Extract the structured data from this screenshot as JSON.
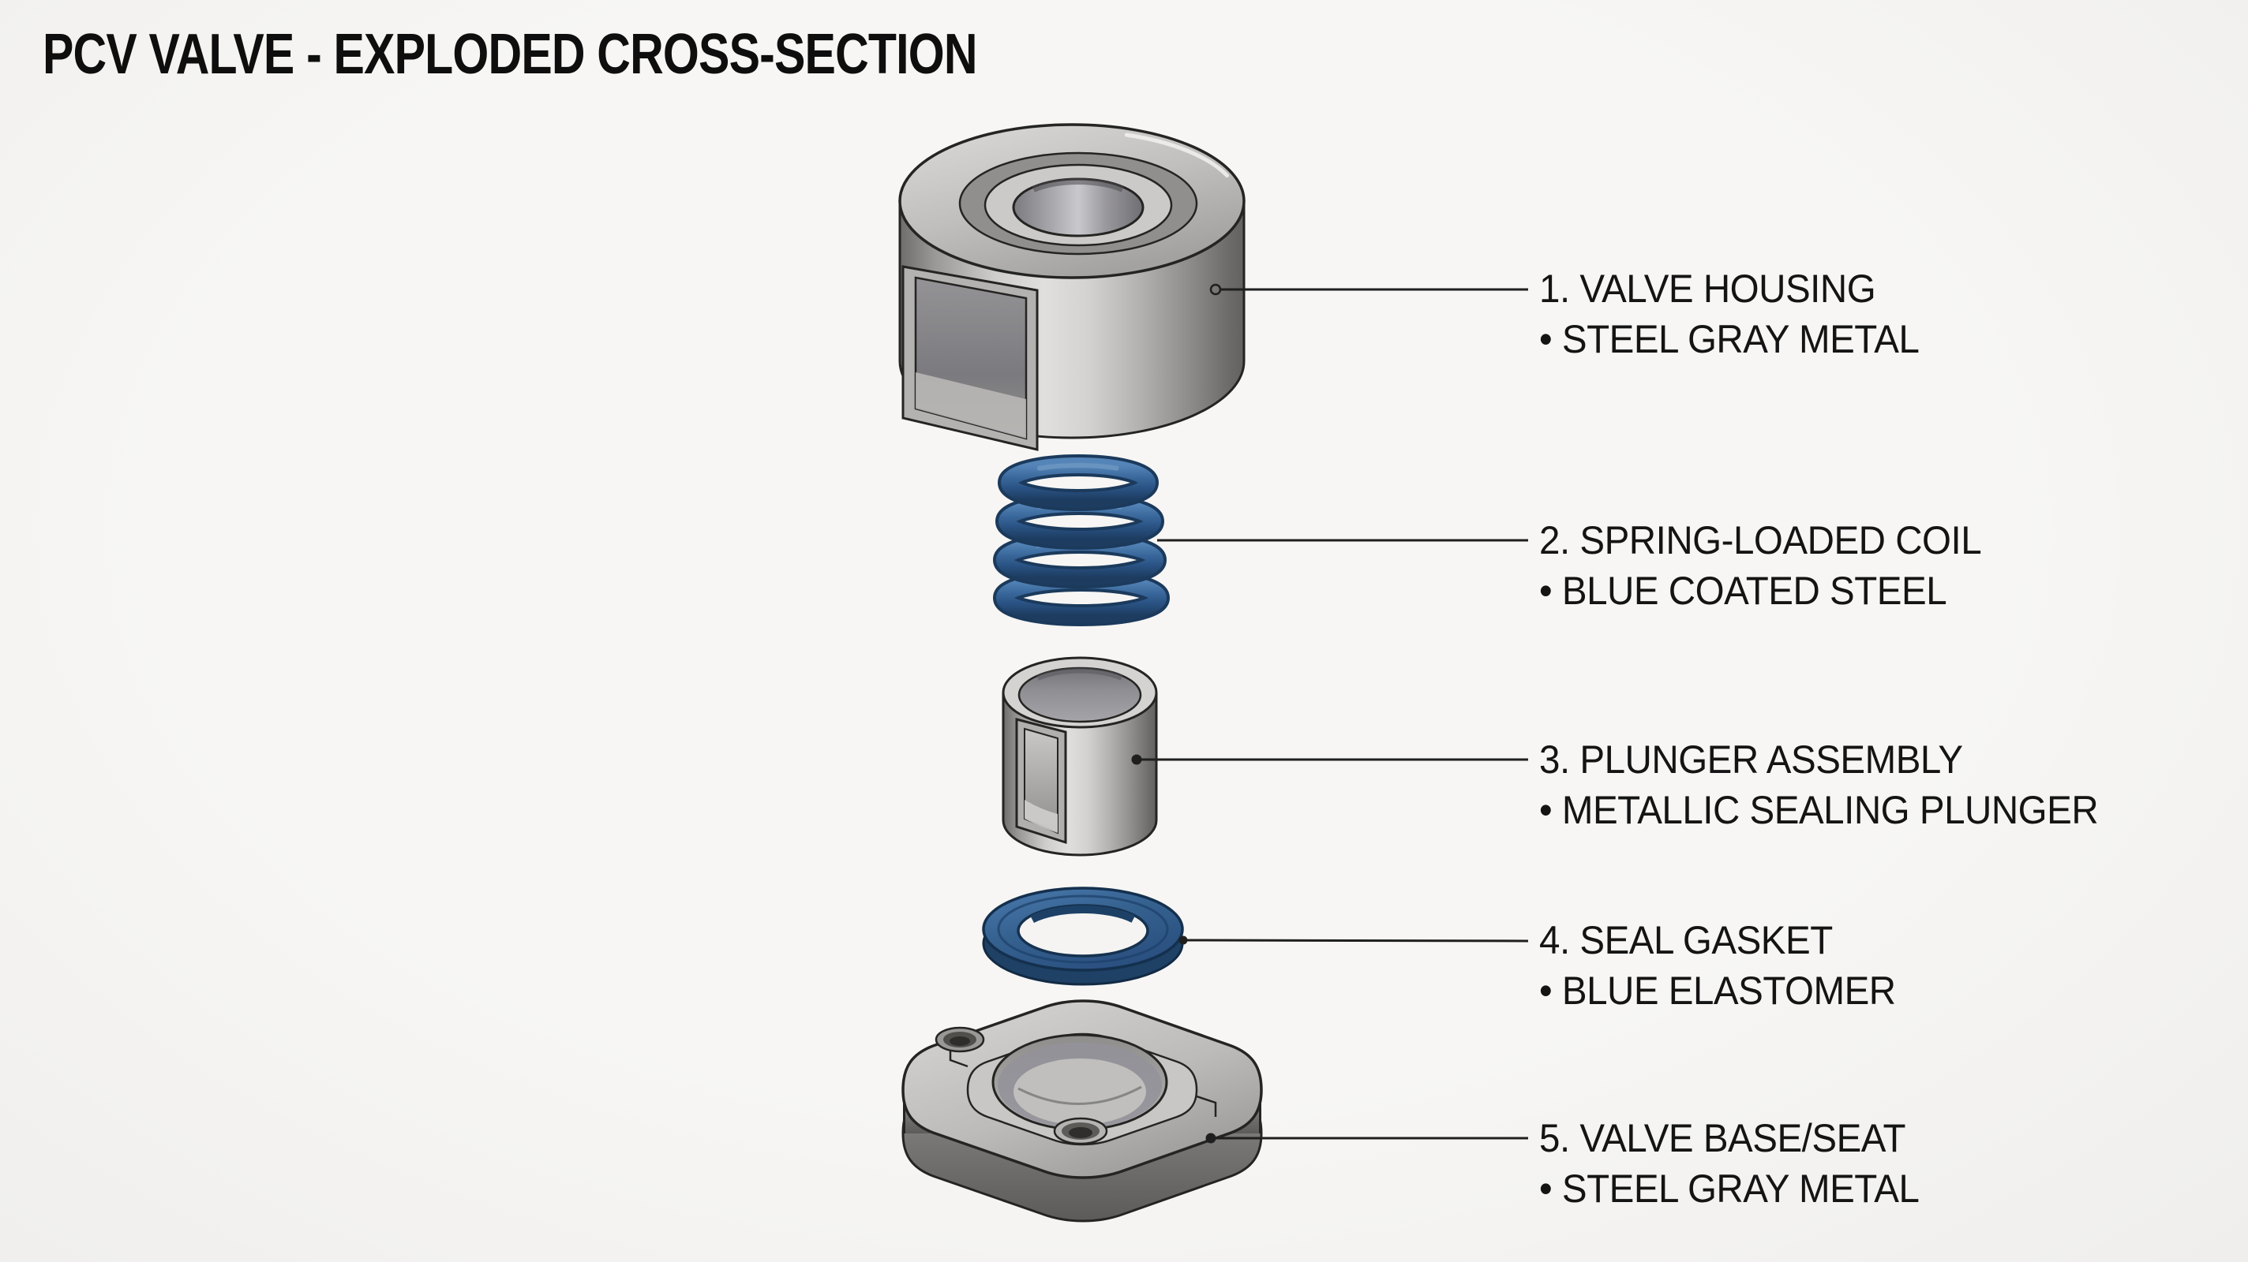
{
  "title": "PCV VALVE - EXPLODED CROSS-SECTION",
  "parts": [
    {
      "id": 1,
      "label": "1. VALVE HOUSING",
      "material": "• STEEL GRAY METAL",
      "component": "valve-housing"
    },
    {
      "id": 2,
      "label": "2. SPRING-LOADED COIL",
      "material": "• BLUE COATED STEEL",
      "component": "spring-loaded-coil"
    },
    {
      "id": 3,
      "label": "3. PLUNGER ASSEMBLY",
      "material": "• METALLIC SEALING PLUNGER",
      "component": "plunger-assembly"
    },
    {
      "id": 4,
      "label": "4. SEAL GASKET",
      "material": "• BLUE ELASTOMER",
      "component": "seal-gasket"
    },
    {
      "id": 5,
      "label": "5. VALVE BASE/SEAT",
      "material": "• STEEL GRAY METAL",
      "component": "valve-base-seat"
    }
  ],
  "colors": {
    "background": "#f5f4f2",
    "metal_gray": "#aaa9a7",
    "blue_coating": "#2e5a8c",
    "outline": "#242422",
    "leader_line": "#1f1f1f",
    "text": "#141414"
  }
}
